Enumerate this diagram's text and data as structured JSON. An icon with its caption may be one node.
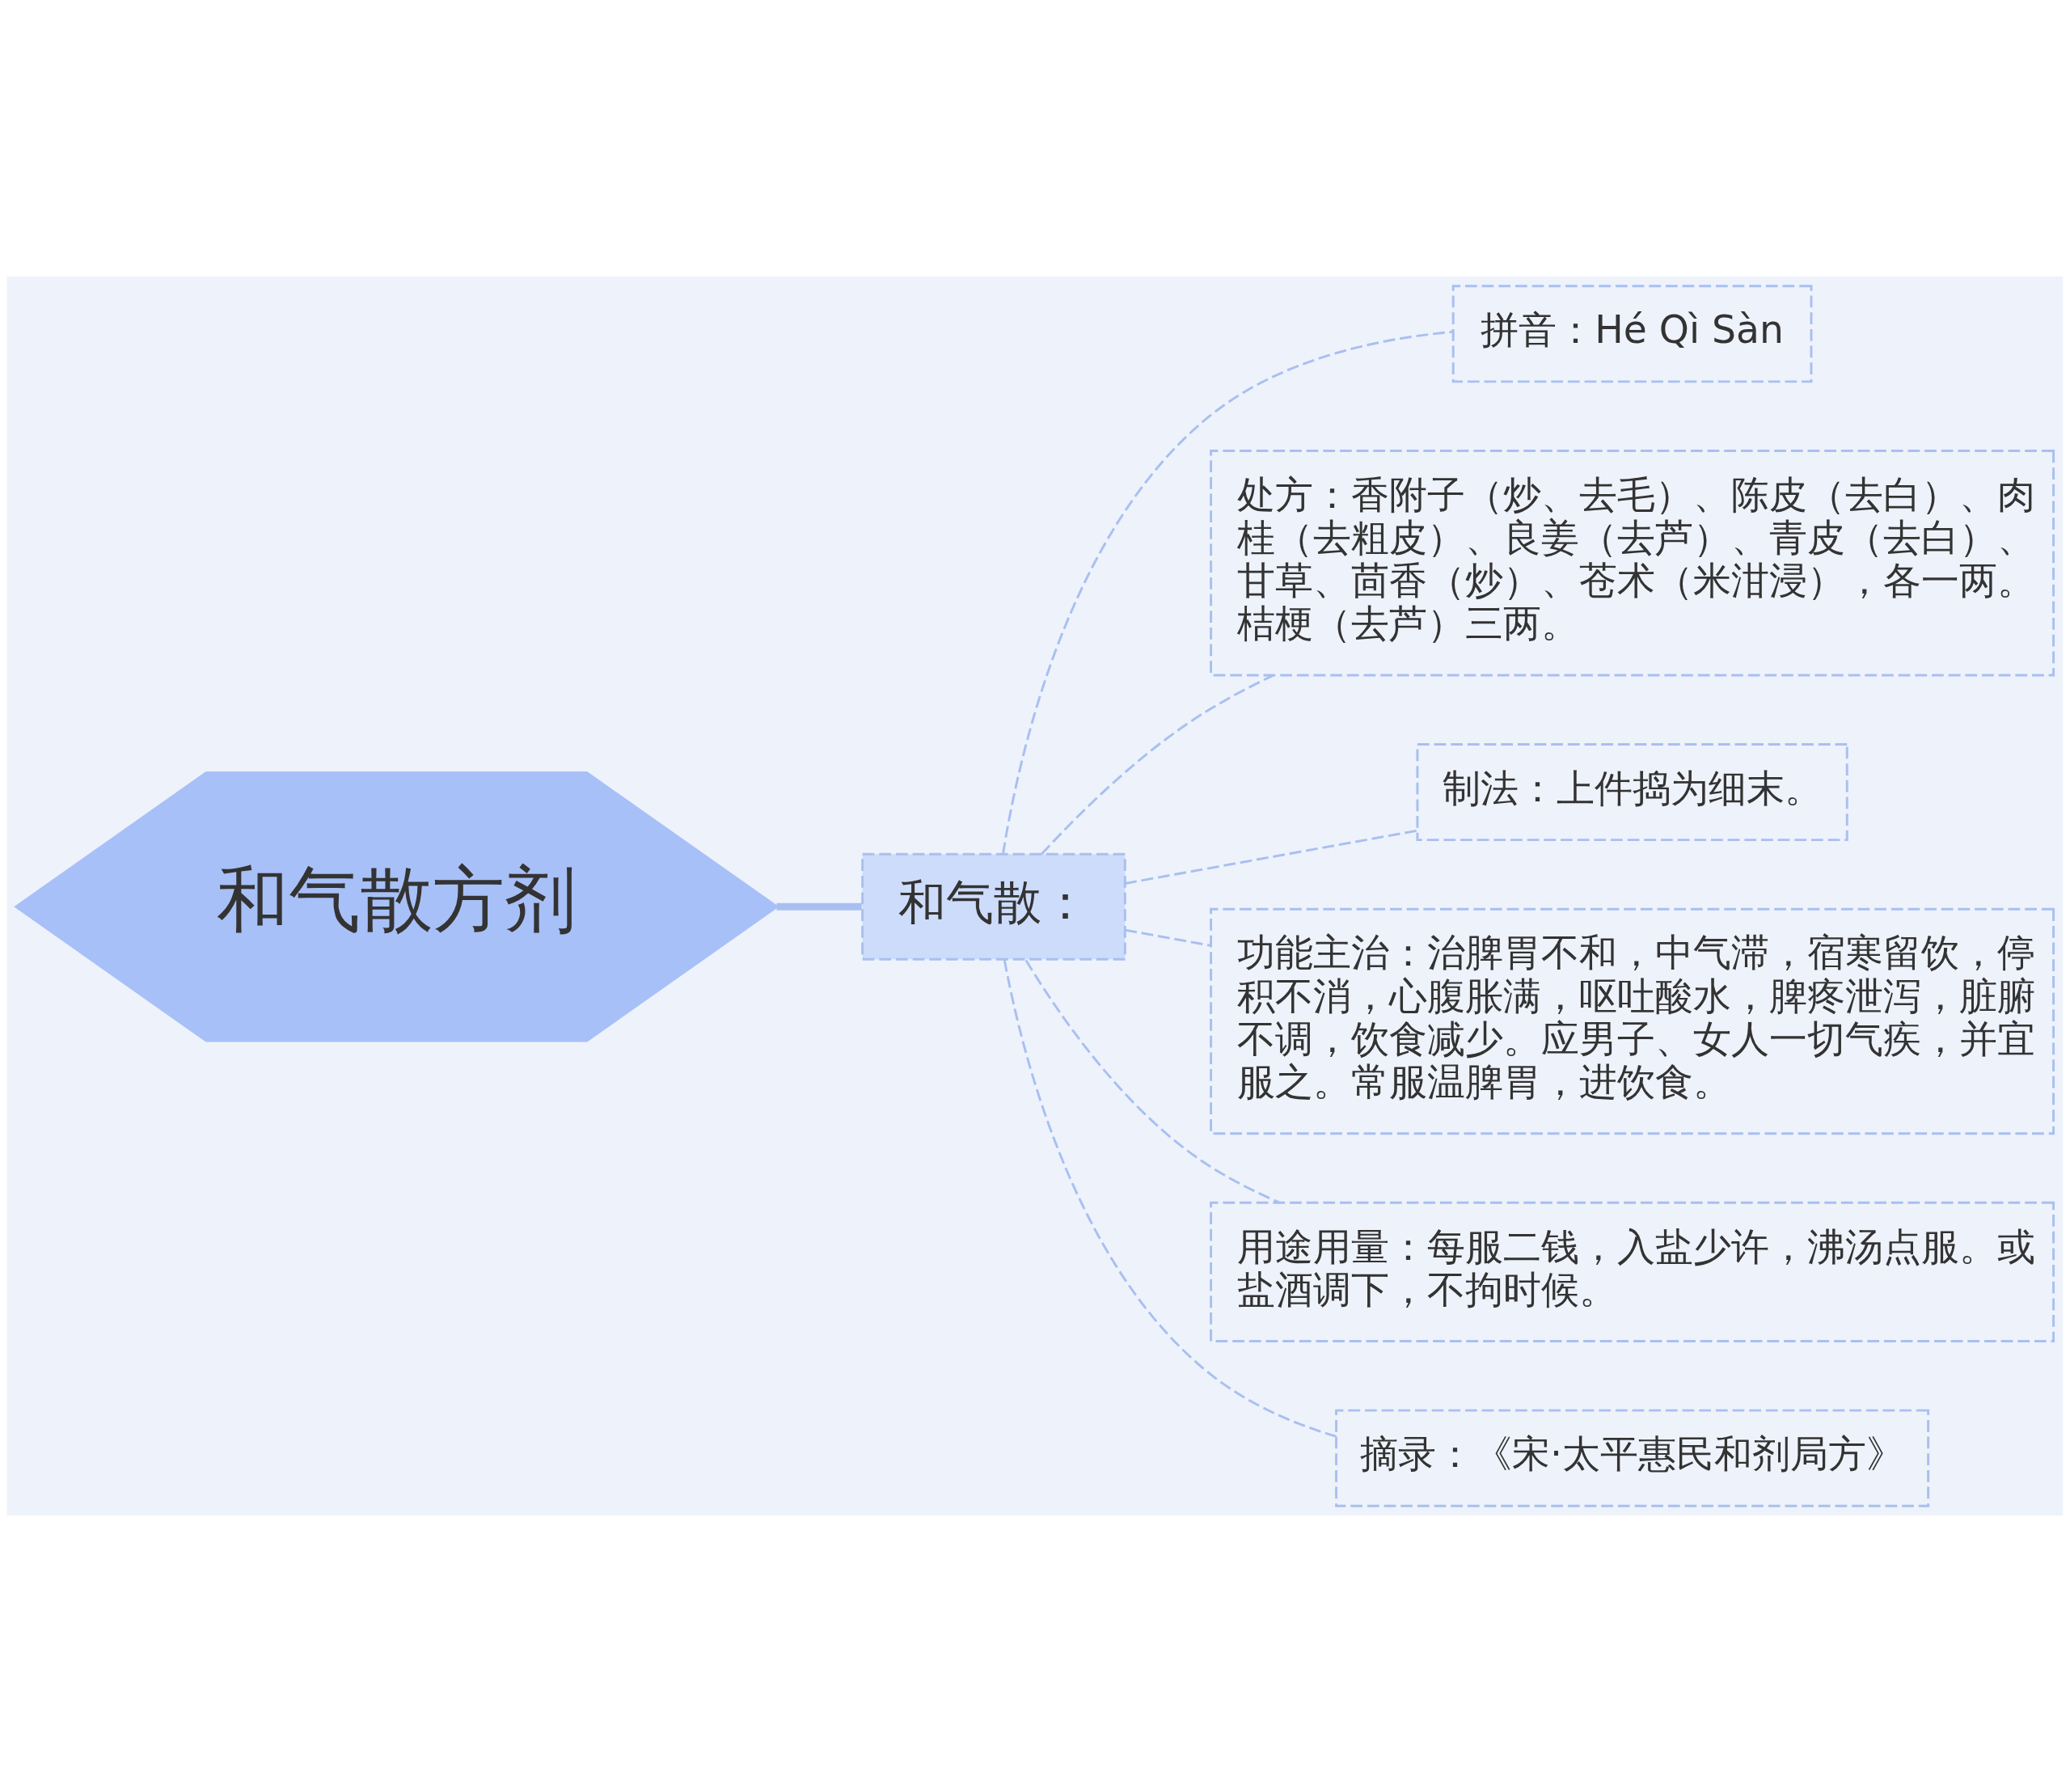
{
  "diagram": {
    "nodes": [
      {
        "text": [
          "和气散方剂"
        ]
      },
      {
        "text": [
          "和气散："
        ]
      },
      {
        "text": [
          "拼音：Hé Qì Sàn"
        ]
      },
      {
        "text": [
          "处方：香附子（炒、去毛）、陈皮（去白）、肉桂（去粗皮）、良姜（去芦）、青皮（去白）、甘草、茴香（炒）、苍术（米泔浸），各一两。桔梗（去芦）三两。"
        ]
      },
      {
        "text": [
          "制法：上件捣为细末。"
        ]
      },
      {
        "text": [
          "功能主治：治脾胃不和，中气滞，宿寒留饮，停积不消，心腹胀满，呕吐酸水，脾疼泄泻，脏腑不调，饮食减少。应男子、女人一切气疾，并宜服之。常服温脾胃，进饮食。"
        ]
      },
      {
        "text": [
          "用途用量：每服二钱，入盐少许，沸汤点服。或盐酒调下，不拘时候。"
        ]
      },
      {
        "text": [
          "摘录：《宋·太平惠民和剂局方》"
        ]
      }
    ],
    "edges": [
      {
        "from": 0,
        "to": 1,
        "arrow": "none",
        "style": "thick"
      },
      {
        "from": 1,
        "to": 2,
        "arrow": "none",
        "style": "dashed"
      },
      {
        "from": 1,
        "to": 3,
        "arrow": "none",
        "style": "dashed"
      },
      {
        "from": 1,
        "to": 4,
        "arrow": "none",
        "style": "dashed"
      },
      {
        "from": 1,
        "to": 5,
        "arrow": "none",
        "style": "dashed"
      },
      {
        "from": 1,
        "to": 6,
        "arrow": "none",
        "style": "dashed"
      },
      {
        "from": 1,
        "to": 7,
        "arrow": "none",
        "style": "dashed"
      }
    ]
  }
}
